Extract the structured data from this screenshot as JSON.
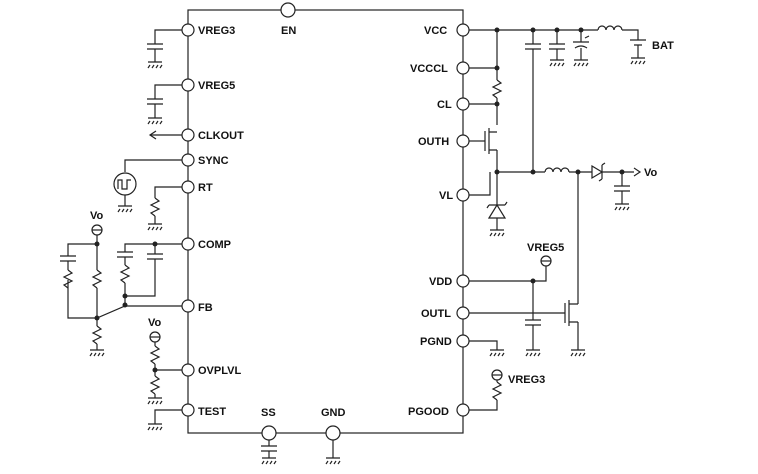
{
  "chip": {
    "left_pins": [
      "VREG3",
      "VREG5",
      "CLKOUT",
      "SYNC",
      "RT",
      "COMP",
      "FB",
      "OVPLVL",
      "TEST"
    ],
    "right_pins": [
      "VCC",
      "VCCCL",
      "CL",
      "OUTH",
      "VL",
      "VDD",
      "OUTL",
      "PGND",
      "PGOOD"
    ],
    "top_pins": [
      "EN"
    ],
    "bottom_pins": [
      "SS",
      "GND"
    ]
  },
  "external": {
    "battery_label": "BAT",
    "output_label": "Vo",
    "feedback_vo_label": "Vo",
    "ovp_vo_label": "Vo",
    "vreg5_ref_label": "VREG5",
    "vreg3_ref_label": "VREG3"
  }
}
